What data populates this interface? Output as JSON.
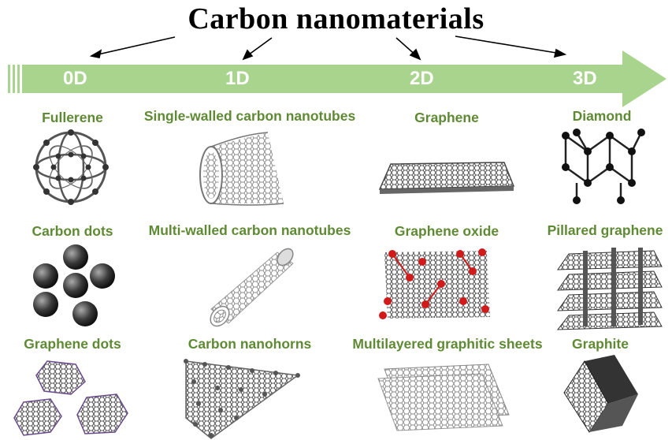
{
  "title": "Carbon nanomaterials",
  "dimensions": [
    "0D",
    "1D",
    "2D",
    "3D"
  ],
  "materials": {
    "fullerene": "Fullerene",
    "swcnt": "Single-walled carbon nanotubes",
    "graphene": "Graphene",
    "diamond": "Diamond",
    "carbon_dots": "Carbon dots",
    "mwcnt": "Multi-walled carbon nanotubes",
    "graphene_oxide": "Graphene oxide",
    "pillared_graphene": "Pillared graphene",
    "graphene_dots": "Graphene dots",
    "nanohorns": "Carbon nanohorns",
    "graphitic_sheets": "Multilayered graphitic sheets",
    "graphite": "Graphite"
  },
  "colors": {
    "arrow": "#a8d48d",
    "label": "#5f8a34",
    "atom": "#444444",
    "oxygen": "#d11a1a",
    "bond": "#888888"
  }
}
